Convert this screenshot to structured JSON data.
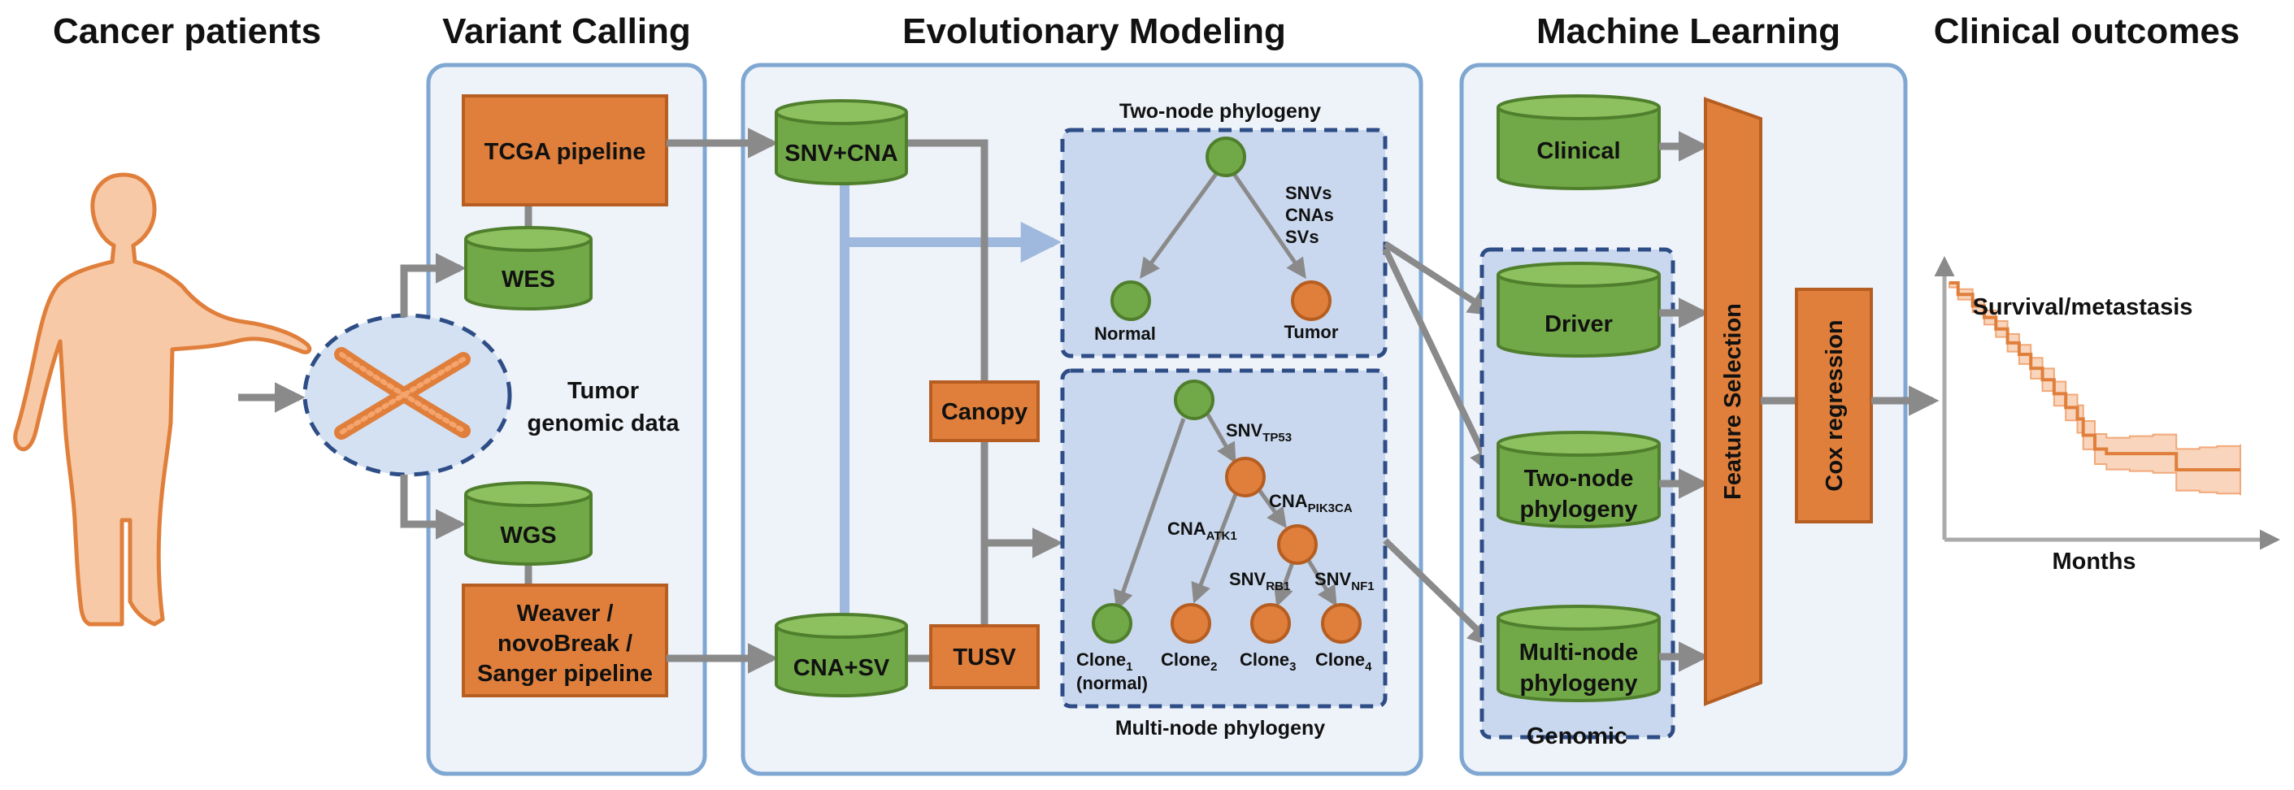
{
  "headers": {
    "patients": "Cancer patients",
    "variant_calling": "Variant Calling",
    "evolutionary_modeling": "Evolutionary Modeling",
    "machine_learning": "Machine Learning",
    "clinical_outcomes": "Clinical outcomes"
  },
  "tumor_data": {
    "line1": "Tumor",
    "line2": "genomic data"
  },
  "variant_calling": {
    "tcga": "TCGA pipeline",
    "wes": "WES",
    "wgs": "WGS",
    "weaver_line1": "Weaver /",
    "weaver_line2": "novoBreak /",
    "weaver_line3": "Sanger pipeline"
  },
  "evolutionary": {
    "snv_cna": "SNV+CNA",
    "cna_sv": "CNA+SV",
    "canopy": "Canopy",
    "tusv": "TUSV",
    "two_node_title": "Two-node phylogeny",
    "two_node_events": [
      "SNVs",
      "CNAs",
      "SVs"
    ],
    "normal": "Normal",
    "tumor": "Tumor",
    "multi_node_title": "Multi-node phylogeny",
    "snv_tp53": {
      "main": "SNV",
      "sub": "TP53"
    },
    "cna_pik3ca": {
      "main": "CNA",
      "sub": "PIK3CA"
    },
    "cna_atk1": {
      "main": "CNA",
      "sub": "ATK1"
    },
    "snv_rb1": {
      "main": "SNV",
      "sub": "RB1"
    },
    "snv_nf1": {
      "main": "SNV",
      "sub": "NF1"
    },
    "clone1": {
      "main": "Clone",
      "sub": "1"
    },
    "clone1_note": "(normal)",
    "clone2": {
      "main": "Clone",
      "sub": "2"
    },
    "clone3": {
      "main": "Clone",
      "sub": "3"
    },
    "clone4": {
      "main": "Clone",
      "sub": "4"
    }
  },
  "machine_learning": {
    "clinical": "Clinical",
    "driver": "Driver",
    "two_node_line1": "Two-node",
    "two_node_line2": "phylogeny",
    "multi_node_line1": "Multi-node",
    "multi_node_line2": "phylogeny",
    "genomic": "Genomic",
    "feature_selection": "Feature Selection",
    "cox_regression": "Cox regression"
  },
  "outcomes": {
    "survival_label": "Survival/metastasis",
    "xlabel": "Months"
  },
  "colors": {
    "orange": "#E07F3B",
    "green": "#72A948",
    "panel_fill": "#EEF3FA",
    "panel_stroke": "#7FA7D2",
    "dashed_fill": "#C9D8EE",
    "dashed_stroke": "#2E4D86",
    "arrow": "#8A8A8A",
    "blue_arrow": "#9FB8DE",
    "body_fill": "#F7C9A6"
  },
  "chart_data": {
    "type": "line",
    "title": "Survival/metastasis",
    "xlabel": "Months",
    "ylabel": "",
    "xlim": [
      0,
      1
    ],
    "ylim": [
      0,
      1
    ],
    "series": [
      {
        "x": [
          0,
          0.03,
          0.08,
          0.12,
          0.16,
          0.2,
          0.24,
          0.28,
          0.32,
          0.36,
          0.4,
          0.44,
          0.46,
          0.5,
          0.54,
          0.62,
          0.7,
          0.78,
          0.86,
          0.92,
          1.0
        ],
        "values": [
          1.0,
          0.95,
          0.9,
          0.85,
          0.8,
          0.74,
          0.69,
          0.63,
          0.58,
          0.52,
          0.46,
          0.41,
          0.34,
          0.28,
          0.26,
          0.26,
          0.26,
          0.19,
          0.19,
          0.19,
          0.19
        ]
      }
    ],
    "grid": false
  }
}
